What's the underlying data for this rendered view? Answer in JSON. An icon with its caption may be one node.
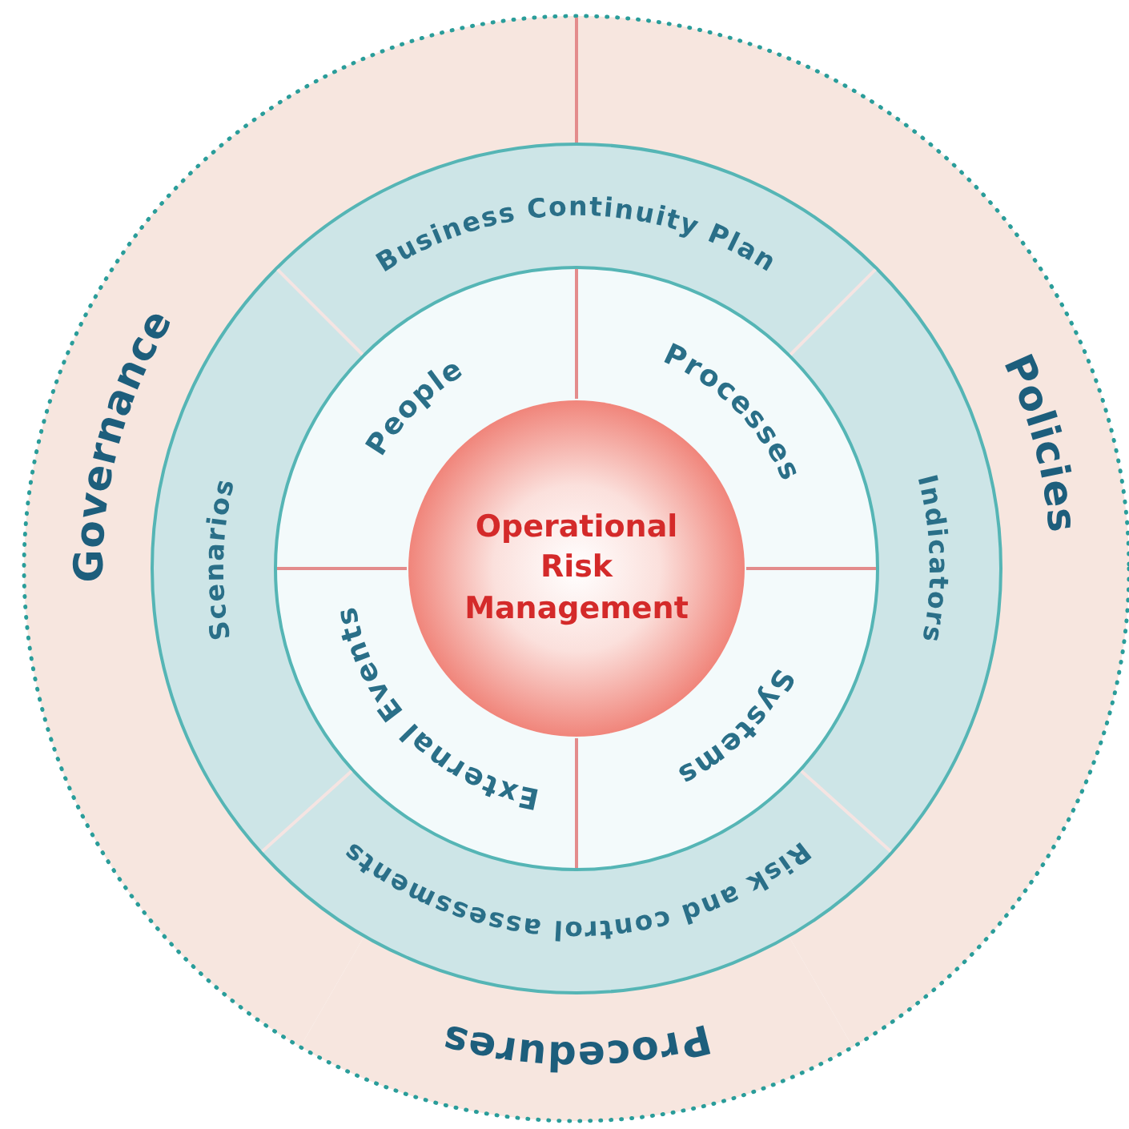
{
  "diagram": {
    "nodes": [
      {
        "text": [
          "Governance"
        ]
      },
      {
        "text": [
          "Policies"
        ]
      },
      {
        "text": [
          "Procedures"
        ]
      },
      {
        "text": [
          "Business Continuity Plan"
        ]
      },
      {
        "text": [
          "Indicators"
        ]
      },
      {
        "text": [
          "Risk and control assessments"
        ]
      },
      {
        "text": [
          "Scenarios"
        ]
      },
      {
        "text": [
          "People"
        ]
      },
      {
        "text": [
          "Processes"
        ]
      },
      {
        "text": [
          "Systems"
        ]
      },
      {
        "text": [
          "External Events"
        ]
      },
      {
        "text": [
          "Operational Risk Management"
        ]
      }
    ]
  }
}
